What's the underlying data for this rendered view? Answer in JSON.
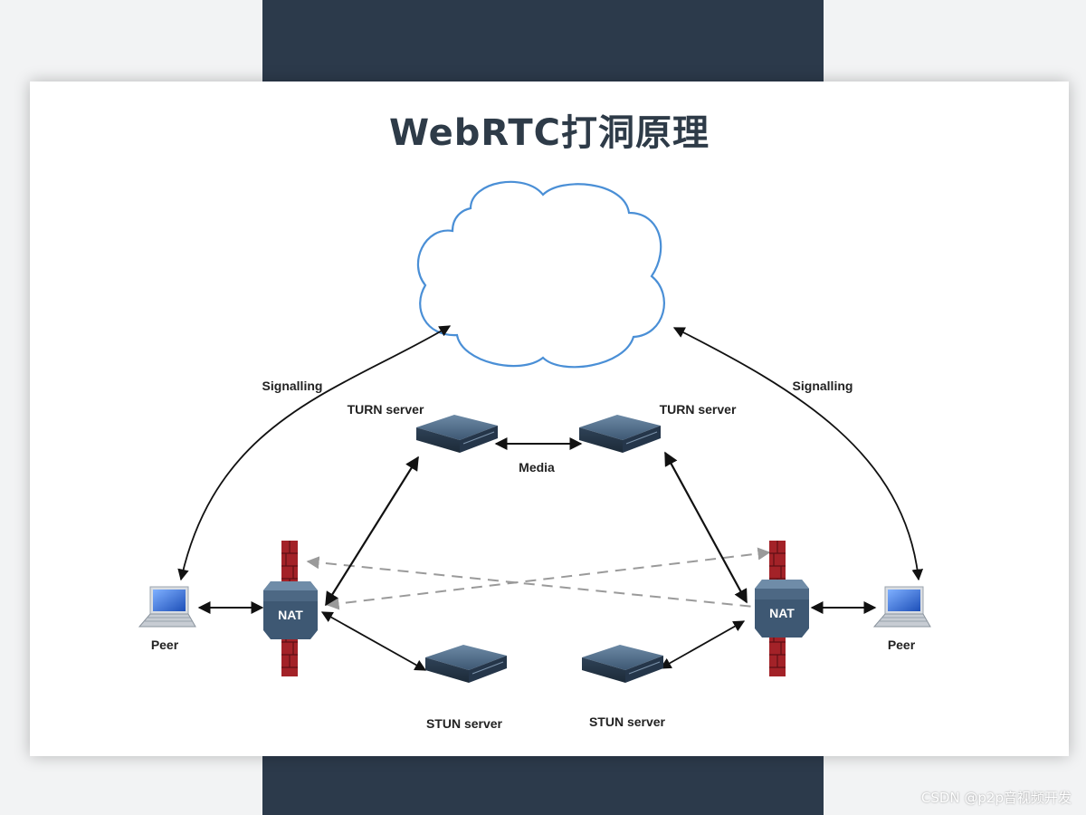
{
  "title": "WebRTC打洞原理",
  "labels": {
    "signalling_left": "Signalling",
    "signalling_right": "Signalling",
    "turn_left": "TURN server",
    "turn_right": "TURN server",
    "media": "Media",
    "nat_left": "NAT",
    "nat_right": "NAT",
    "peer_left": "Peer",
    "peer_right": "Peer",
    "stun_left": "STUN server",
    "stun_right": "STUN server"
  },
  "watermark": "CSDN @p2p音视频开发",
  "colors": {
    "band": "#2c3a4b",
    "cloud_stroke": "#4a8fd6",
    "firewall": "#a32228",
    "device": "#3e5873",
    "dashed": "#9a9a9a"
  },
  "icons": [
    "cloud-icon",
    "server-icon",
    "laptop-icon",
    "firewall-icon",
    "nat-router-icon"
  ]
}
